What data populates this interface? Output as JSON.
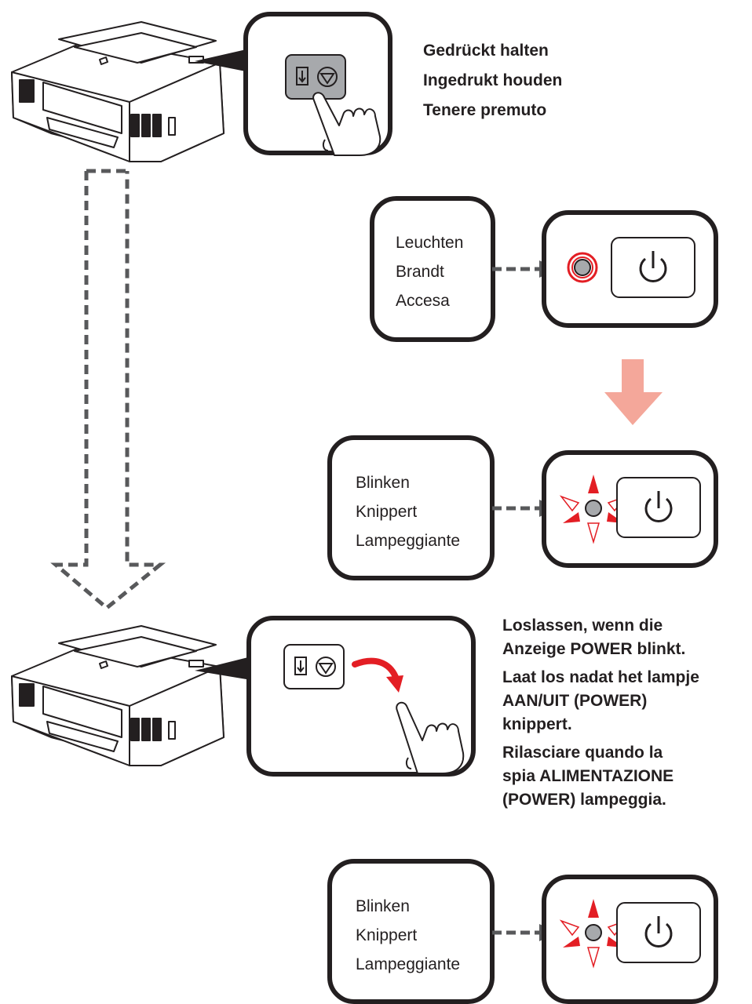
{
  "step1": {
    "instruction_lines": [
      "Gedrückt halten",
      "Ingedrukt houden",
      "Tenere premuto"
    ]
  },
  "state_on": {
    "lines": [
      "Leuchten",
      "Brandt",
      "Accesa"
    ]
  },
  "state_blink_1": {
    "lines": [
      "Blinken",
      "Knippert",
      "Lampeggiante"
    ]
  },
  "step2": {
    "paragraphs": [
      [
        "Loslassen, wenn die",
        "Anzeige POWER blinkt."
      ],
      [
        "Laat los nadat het lampje",
        "AAN/UIT (POWER)",
        "knippert."
      ],
      [
        "Rilasciare quando la",
        "spia ALIMENTAZIONE",
        "(POWER) lampeggia."
      ]
    ]
  },
  "state_blink_2": {
    "lines": [
      "Blinken",
      "Knippert",
      "Lampeggiante"
    ]
  },
  "colors": {
    "outline": "#231f20",
    "lamp_red": "#e31e24",
    "transition_arrow": "#f4a79a",
    "button_grey": "#a7a9ac",
    "lamp_grey": "#a7a9ac"
  },
  "icons": [
    "printer",
    "stop-resume-button",
    "pointing-hand",
    "power-button",
    "power-lamp",
    "curved-release-arrow"
  ]
}
